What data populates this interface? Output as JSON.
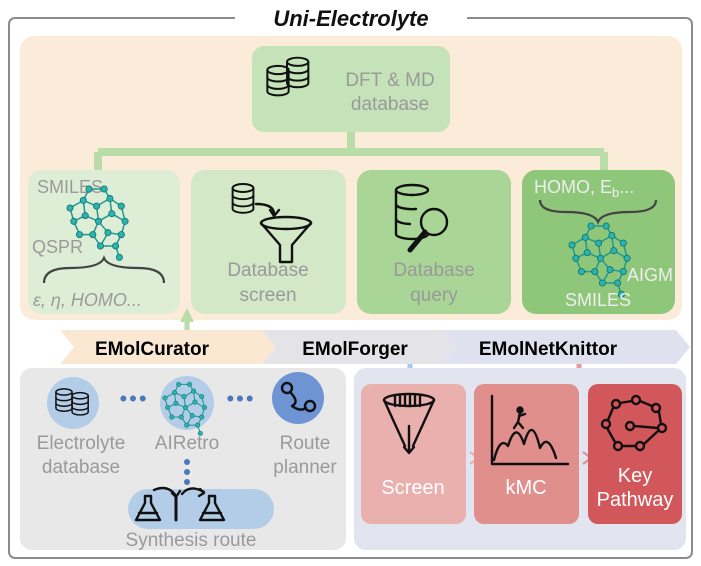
{
  "title": "Uni-Electrolyte",
  "colors": {
    "frame": "#8c8c8c",
    "top_bg": "#fbebd9",
    "green_light": "#d8ecd0",
    "green_mid": "#b9dca9",
    "green_dark": "#8fc77a",
    "gray_bg": "#e8e8e8",
    "blue_bg": "#e2e5ef",
    "red_light": "#eab0ae",
    "red_mid": "#e08f8d",
    "red_dark": "#d2575a",
    "teal": "#2bb3ad"
  },
  "db_box": {
    "line1": "DFT & MD",
    "line2": "database"
  },
  "boxes": {
    "curator": {
      "top": "SMILES",
      "mid": "QSPR",
      "bottom": "ε, η, HOMO..."
    },
    "screen": {
      "line1": "Database",
      "line2": "screen"
    },
    "query": {
      "line1": "Database",
      "line2": "query"
    },
    "aigm": {
      "top_prefix": "HOMO, E",
      "top_sub": "b",
      "top_suffix": "...",
      "mid": "AIGM",
      "bottom": "SMILES"
    }
  },
  "bars": {
    "curator": "EMolCurator",
    "forger": "EMolForger",
    "knittor": "EMolNetKnittor"
  },
  "forger": {
    "electrolyte_db": {
      "line1": "Electrolyte",
      "line2": "database"
    },
    "airetro": "AIRetro",
    "route_planner": {
      "line1": "Route",
      "line2": "planner"
    },
    "synthesis_route": "Synthesis route"
  },
  "knittor": {
    "screen": "Screen",
    "kmc": "kMC",
    "key_pathway": {
      "line1": "Key",
      "line2": "Pathway"
    }
  }
}
